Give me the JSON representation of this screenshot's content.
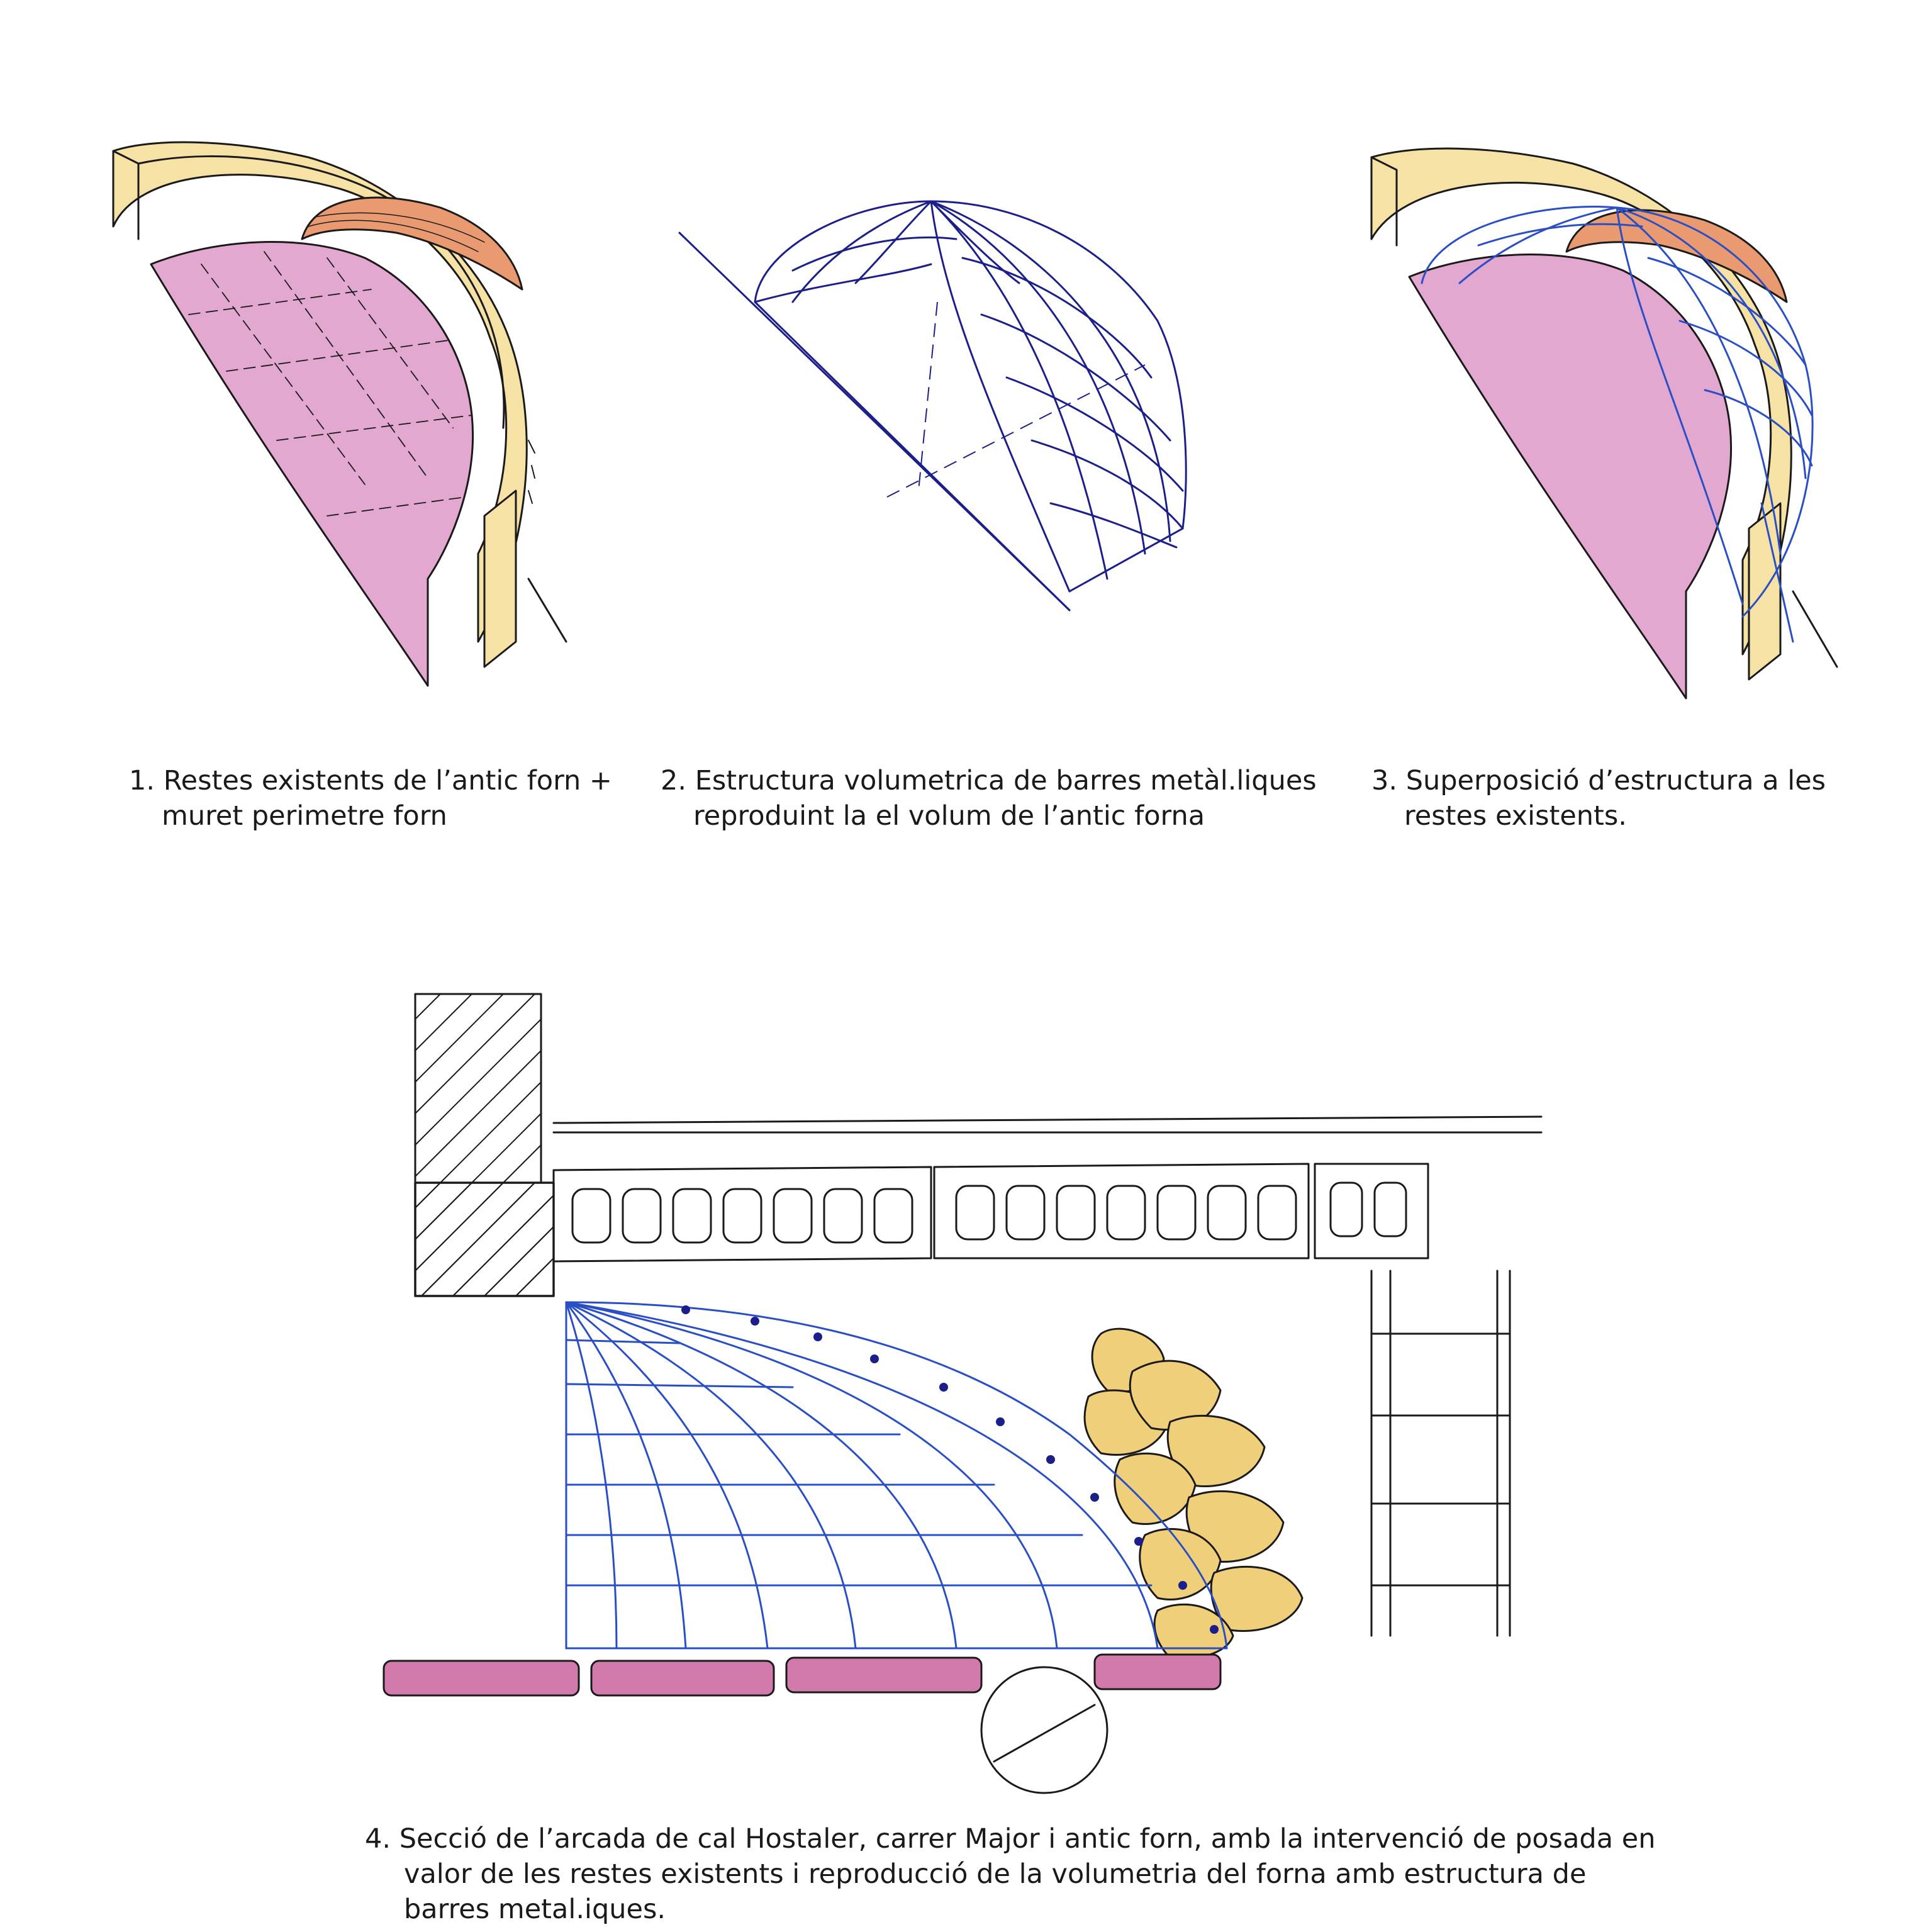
{
  "panels": [
    {
      "number": "1.",
      "caption_line1": "Restes existents de l’antic forn +",
      "caption_line2": "muret perimetre forn"
    },
    {
      "number": "2.",
      "caption_line1": "Estructura volumetrica de barres metàl.liques",
      "caption_line2": "reproduint la el volum de l’antic forna"
    },
    {
      "number": "3.",
      "caption_line1": "Superposició d’estructura a les",
      "caption_line2": "restes existents."
    },
    {
      "number": "4.",
      "caption_line1": "Secció de l’arcada de cal Hostaler, carrer Major i antic forn, amb la intervenció de posada en",
      "caption_line2": "valor de les restes existents i reproducció de la volumetria del forna amb estructura de",
      "caption_line3": "barres metal.iques."
    }
  ],
  "colors": {
    "ink": "#1a1a1a",
    "wall_yellow": "#f7e2a6",
    "floor_pink": "#e3a8cf",
    "remains_orange": "#ea9a70",
    "structure_navy": "#1c1f8a",
    "structure_blue": "#2a4fc4",
    "stone_ochre": "#f0cf7a",
    "paving_magenta": "#d27aac"
  }
}
